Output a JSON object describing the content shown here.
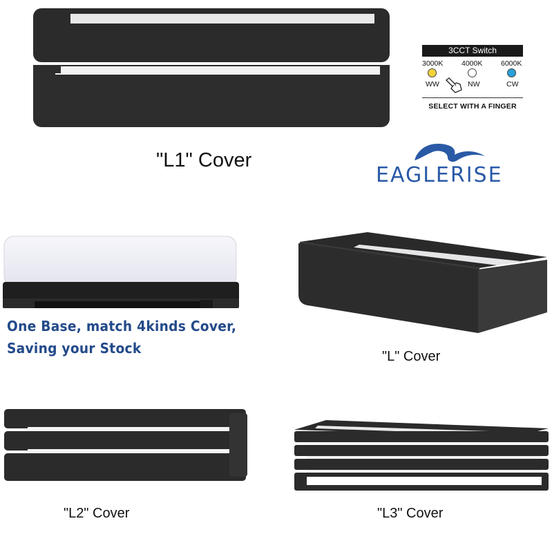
{
  "captions": {
    "l1": "\"L1\"  Cover",
    "l": "\"L\"  Cover",
    "l2": "\"L2\"  Cover",
    "l3": "\"L3\"  Cover"
  },
  "cct": {
    "title": "3CCT Switch",
    "options": [
      {
        "kelvin": "3000K",
        "code": "WW",
        "color": "#f2d23a"
      },
      {
        "kelvin": "4000K",
        "code": "NW",
        "color": "#ffffff"
      },
      {
        "kelvin": "6000K",
        "code": "CW",
        "color": "#2a9fd8"
      }
    ],
    "footer": "SELECT WITH A FINGER"
  },
  "brand": {
    "name": "EAGLERISE",
    "color": "#2a5aa6"
  },
  "promo": {
    "line1": "One Base, match 4kinds Cover,",
    "line2": "Saving your Stock",
    "color": "#234a8a"
  },
  "icons": [
    "finger-icon",
    "eagle-logo-icon"
  ]
}
